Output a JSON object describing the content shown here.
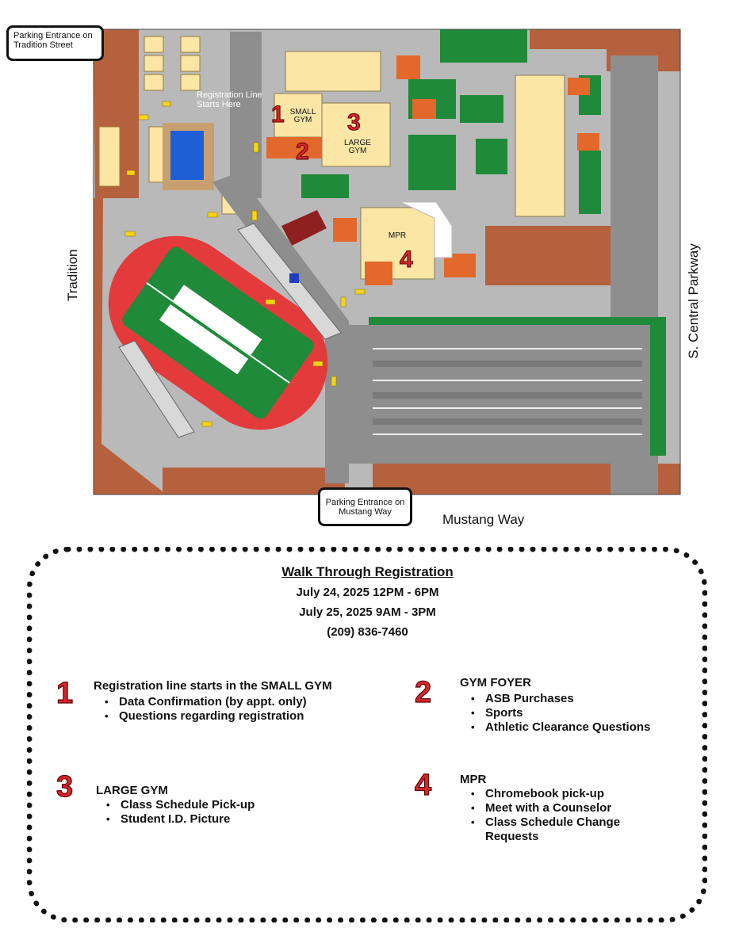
{
  "map": {
    "entrance_tradition": "Parking Entrance on Tradition Street",
    "entrance_mustang": "Parking Entrance on Mustang Way",
    "street_tradition": "Tradition",
    "street_central": "S. Central Parkway",
    "street_mustang": "Mustang Way",
    "registration_line_label": "Registration Line Starts Here",
    "small_gym_label": "SMALL GYM",
    "large_gym_label": "LARGE GYM",
    "mpr_label": "MPR",
    "markers": [
      "1",
      "2",
      "3",
      "4"
    ]
  },
  "info": {
    "title": "Walk Through Registration",
    "date1": "July 24, 2025 12PM - 6PM",
    "date2": "July 25, 2025 9AM - 3PM",
    "phone": "(209) 836-7460"
  },
  "stations": [
    {
      "number": "1",
      "title": "Registration line starts in the SMALL GYM",
      "items": [
        "Data Confirmation (by appt. only)",
        "Questions regarding registration"
      ]
    },
    {
      "number": "2",
      "title": "GYM FOYER",
      "items": [
        "ASB Purchases",
        "Sports",
        "Athletic Clearance Questions"
      ]
    },
    {
      "number": "3",
      "title": "LARGE GYM",
      "items": [
        "Class Schedule Pick-up",
        "Student I.D. Picture"
      ]
    },
    {
      "number": "4",
      "title": "MPR",
      "items": [
        "Chromebook pick-up",
        "Meet with a Counselor",
        "Class Schedule Change Requests"
      ]
    }
  ],
  "colors": {
    "roof": "#fbe6a6",
    "orange": "#e3682b",
    "brown": "#b5613e",
    "green": "#1f8a3a",
    "pavement": "#8e8e8e",
    "track": "#e33b3b",
    "pool": "#1e5fd6",
    "arrow": "#f5d417",
    "marker_red": "#d8262b"
  }
}
